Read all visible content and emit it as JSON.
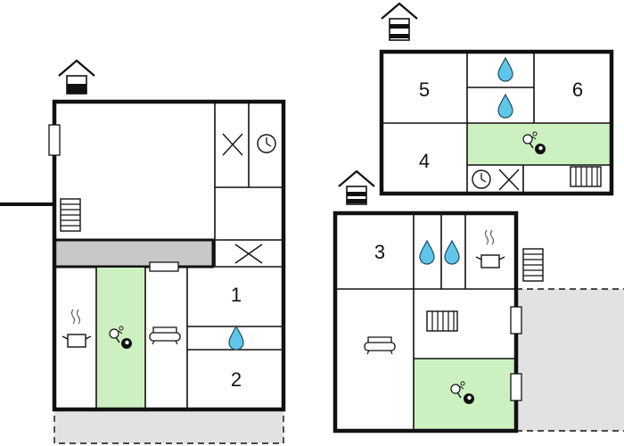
{
  "floor_plan": {
    "room_numbers": {
      "room_1": "1",
      "room_2": "2",
      "room_3": "3",
      "room_4": "4",
      "room_5": "5",
      "room_6": "6"
    },
    "icons": {
      "entrance": "house-entrance-icon",
      "water": "water-drop-icon",
      "appliance": "x-box-appliance-icon",
      "clock": "clock-icon",
      "stairs": "stairs-icon",
      "radiator": "radiator-icon",
      "cooking": "cooking-pot-icon",
      "sofa": "sofa-icon",
      "table_tennis": "table-tennis-icon",
      "billiards": "billiard-ball-icon"
    },
    "colors": {
      "wall": "#111111",
      "recreation_area": "#cdf0c0",
      "outdoor_area": "#e2e2e2",
      "passage": "#c8c8c8"
    }
  }
}
